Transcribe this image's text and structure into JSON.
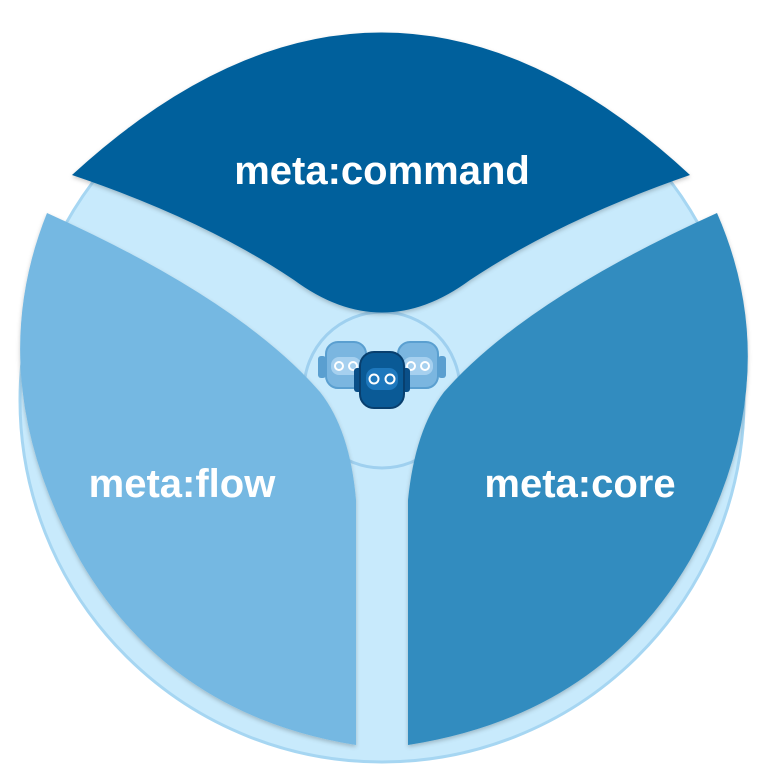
{
  "segments": {
    "command": {
      "label": "meta:command",
      "color": "#04609c"
    },
    "flow": {
      "label": "meta:flow",
      "color": "#74b8e2"
    },
    "core": {
      "label": "meta:core",
      "color": "#338cbf"
    }
  },
  "center": {
    "ring_color": "#c8eafc",
    "ring_border": "#9fd0ef",
    "icon": "robot-group-icon"
  }
}
